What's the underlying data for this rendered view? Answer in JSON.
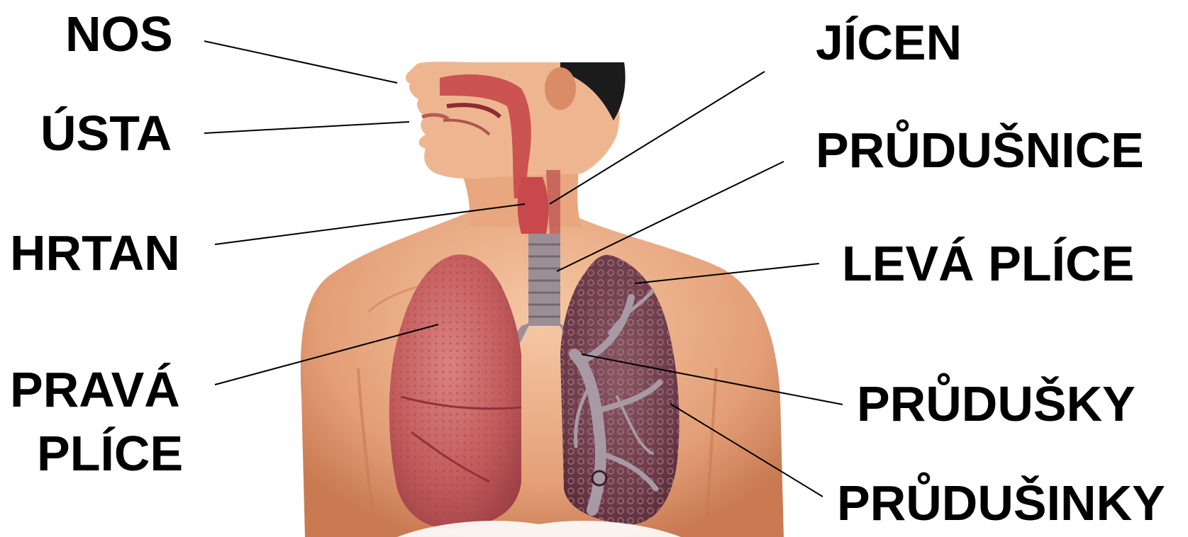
{
  "colors": {
    "background": "#ffffff",
    "skin": "#e8a77f",
    "skin_shadow": "#c9784f",
    "lung_right": "#c95a5a",
    "lung_left": "#6e3e4a",
    "trachea": "#9b8f95",
    "airway": "#c7484a",
    "hair": "#1b1b1b",
    "leader_line": "#000000",
    "text": "#000000"
  },
  "labels": {
    "nos": "NOS",
    "usta": "ÚSTA",
    "hrtan": "HRTAN",
    "prava_plice_line1": "PRAVÁ",
    "prava_plice_line2": "PLÍCE",
    "jicen": "JÍCEN",
    "prudusnice": "PRŮDUŠNICE",
    "leva_plice": "LEVÁ PLÍCE",
    "prudusky": "PRŮDUŠKY",
    "prudusinky": "PRŮDUŠINKY"
  }
}
